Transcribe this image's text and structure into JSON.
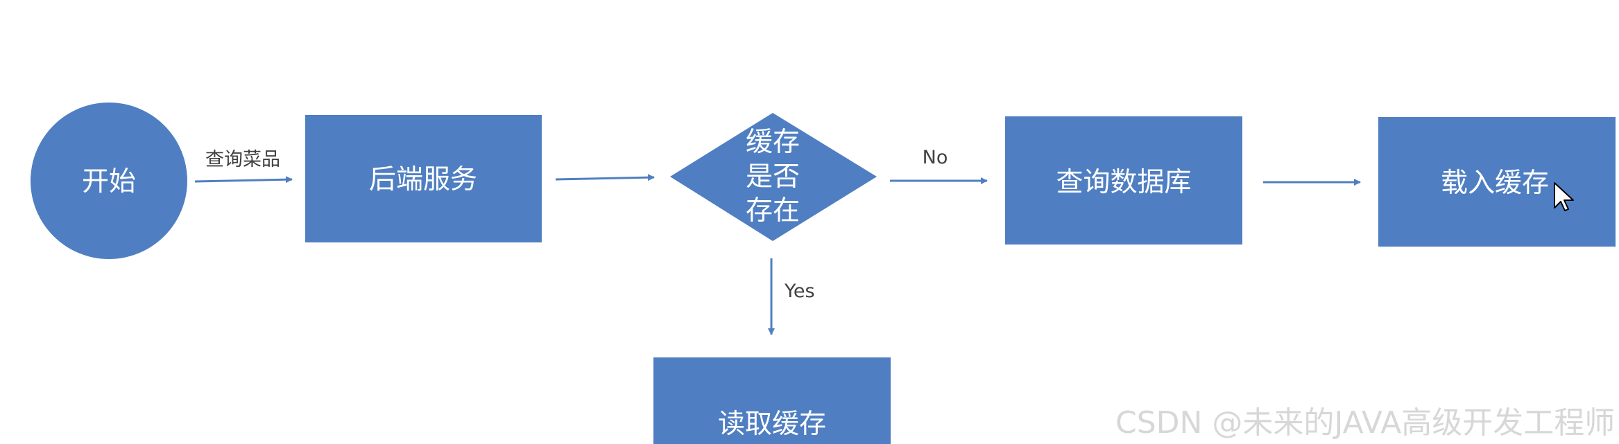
{
  "colors": {
    "node_fill": "#4f7fc2",
    "node_text": "#ffffff",
    "edge": "#4f7fc2",
    "edge_label": "#404040",
    "watermark": "#d7d7d7"
  },
  "nodes": {
    "start": "开始",
    "backend": "后端服务",
    "decision_line1": "缓存",
    "decision_line2": "是否",
    "decision_line3": "存在",
    "query_db": "查询数据库",
    "load_cache": "载入缓存",
    "read_cache": "读取缓存"
  },
  "edges": {
    "start_to_backend": "查询菜品",
    "decision_no": "No",
    "decision_yes": "Yes"
  },
  "watermark": "CSDN @未来的JAVA高级开发工程师",
  "cursor_icon": "mouse-pointer-icon"
}
